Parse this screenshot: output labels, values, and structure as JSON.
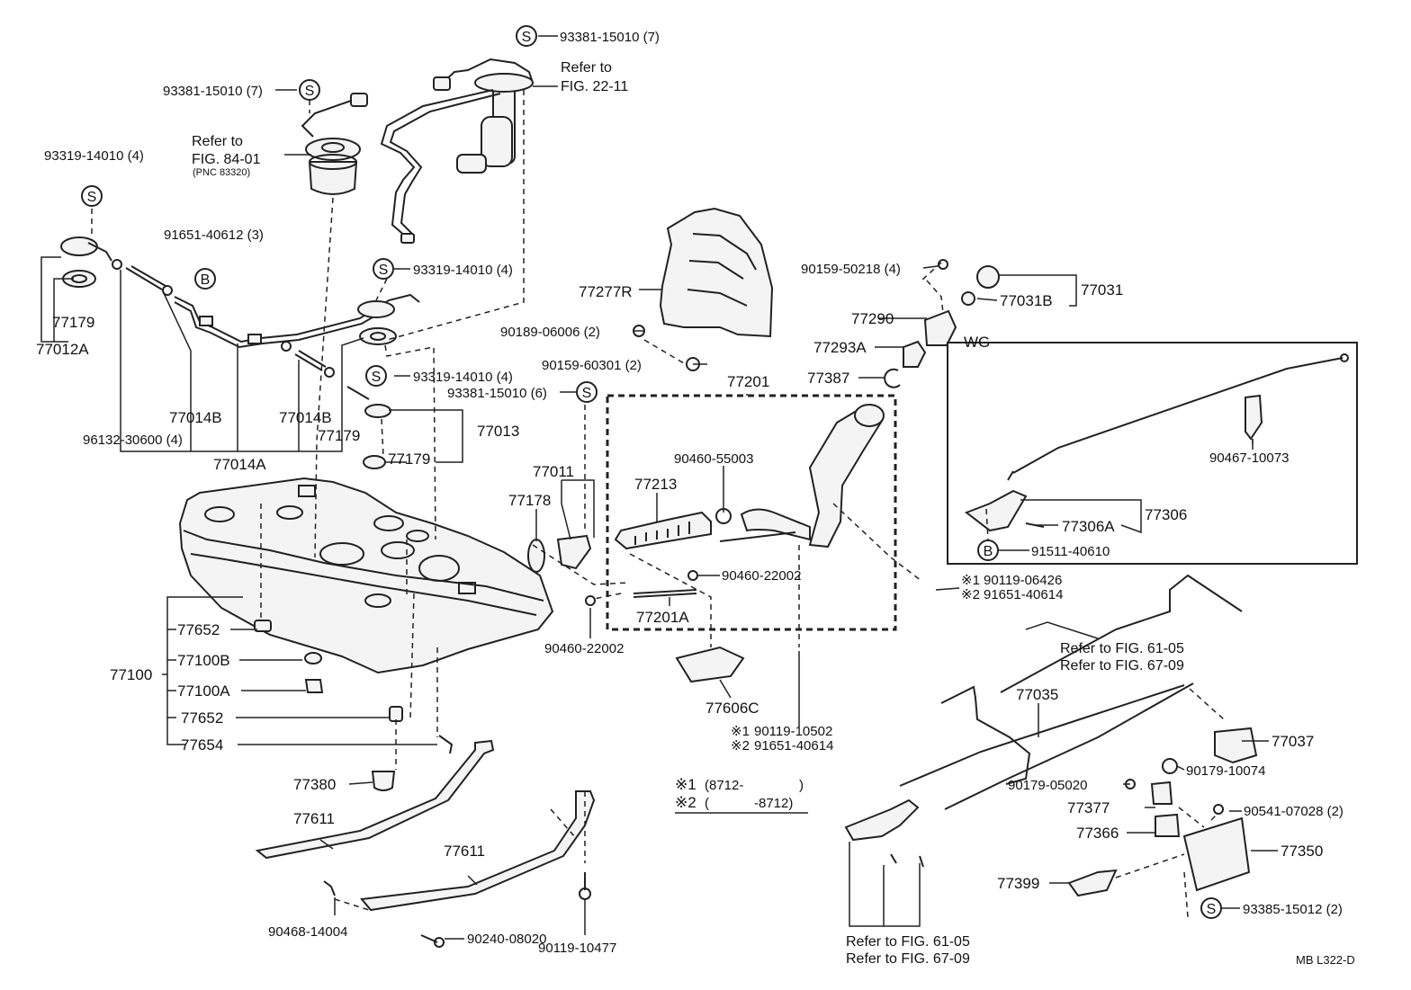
{
  "diagram": {
    "labels": [
      "93381-15010 (7)",
      "Refer to",
      "FIG. 22-11",
      "93381-15010 (7)",
      "Refer to",
      "FIG. 84-01",
      "(PNC 83320)",
      "93319-14010 (4)",
      "91651-40612 (3)",
      "93319-14010 (4)",
      "77179",
      "77012A",
      "93319-14010 (4)",
      "93381-15010 (6)",
      "77014B",
      "77014B",
      "77179",
      "77013",
      "77179",
      "96132-30600 (4)",
      "77014A",
      "77277R",
      "90189-06006 (2)",
      "90159-60301 (2)",
      "90159-50218 (4)",
      "77031",
      "77031B",
      "77290",
      "77293A",
      "77387",
      "77201",
      "WG",
      "90460-55003",
      "77213",
      "77011",
      "77178",
      "90467-10073",
      "77306",
      "77306A",
      "91511-40610",
      "90460-22002",
      "90119-06426",
      "91651-40614",
      "77201A",
      "90460-22002",
      "77606C",
      "90119-10502",
      "91651-40614",
      "Refer to FIG. 61-05",
      "Refer to FIG. 67-09",
      "77035",
      "77652",
      "77100B",
      "77100",
      "77100A",
      "77652",
      "77654",
      "77380",
      "77611",
      "77611",
      "(8712-",
      ")",
      "(",
      "-8712)",
      "77037",
      "90179-10074",
      "90179-05020",
      "77377",
      "90541-07028 (2)",
      "77366",
      "77350",
      "77399",
      "93385-15012 (2)",
      "90468-14004",
      "90240-08020",
      "90119-10477",
      "Refer to FIG. 61-05",
      "Refer to FIG. 67-09",
      "MB L322-D"
    ],
    "callout_letters": {
      "s": "S",
      "b": "B"
    },
    "note_marks": [
      "※1",
      "※2"
    ]
  }
}
